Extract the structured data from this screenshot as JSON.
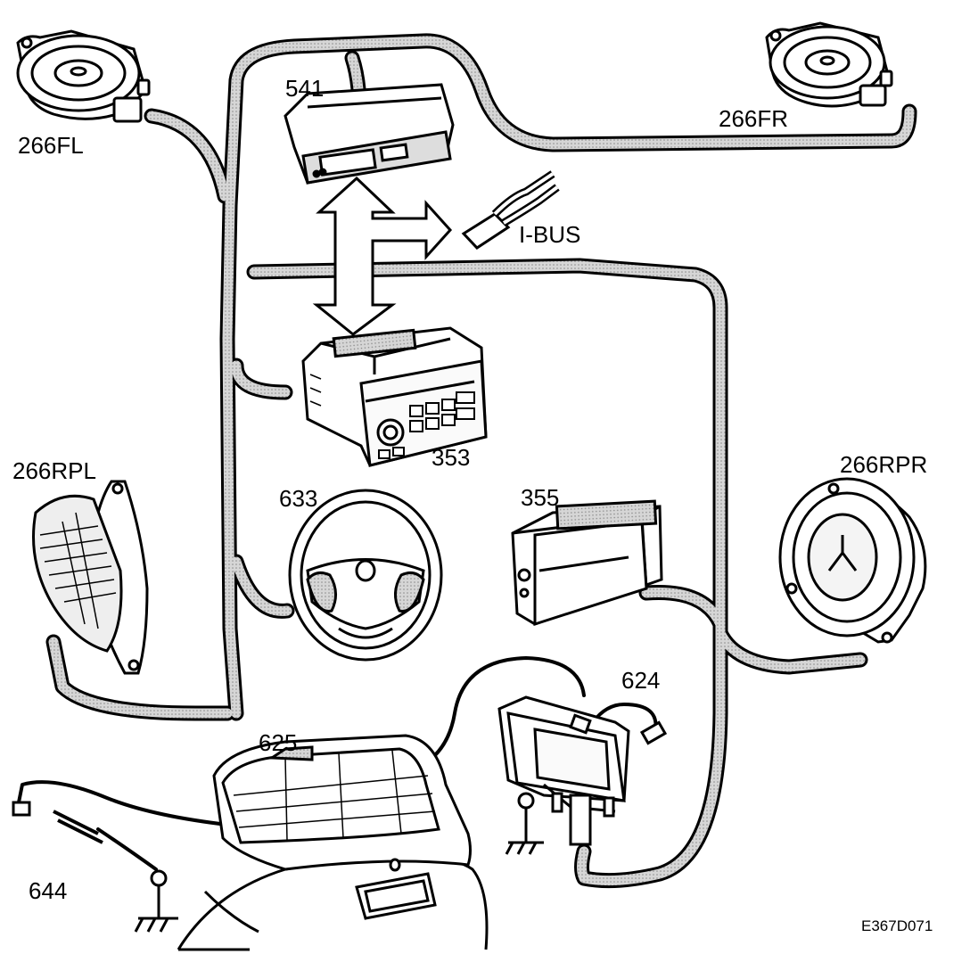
{
  "labels": {
    "speaker_front_left": "266FL",
    "speaker_front_right": "266FR",
    "speaker_rear_left": "266RPL",
    "speaker_rear_right": "266RPR",
    "info_display": "541",
    "ibus": "I-BUS",
    "radio_unit": "353",
    "cd_changer": "355",
    "steering_wheel": "633",
    "amplifier": "624",
    "rear_window_antenna": "625",
    "ground_lead": "644",
    "figure_code": "E367D071"
  },
  "colors": {
    "ink": "#000000",
    "harness": "#c8c8c8",
    "paper": "#ffffff"
  }
}
